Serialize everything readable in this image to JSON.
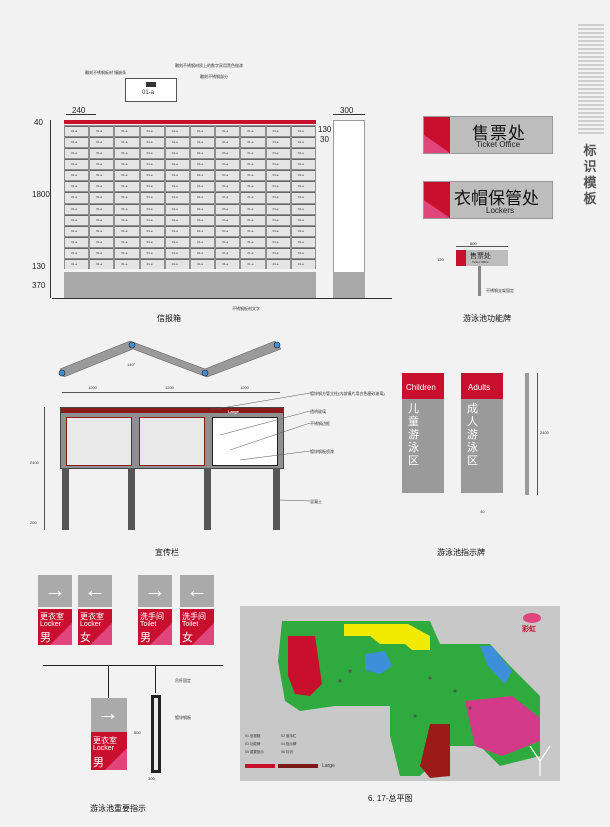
{
  "side_title": "标识模板",
  "mailbox": {
    "caption": "信报箱",
    "label_plate": "01-a",
    "notes": [
      "雕刻不锈钢板材  镶嵌条",
      "雕刻不锈钢材质上的数字采用黑色抛漆",
      "雕刻不锈钢部分"
    ],
    "base_note": "不锈钢板材文字",
    "dims": {
      "top": "40",
      "h": "1800",
      "d1": "130",
      "d2": "370",
      "w1": "240",
      "w2": "300",
      "r1": "130",
      "r2": "30"
    },
    "box_label": "01-a"
  },
  "ticket_sign": {
    "cn": "售票处",
    "en": "Ticket Office"
  },
  "locker_sign": {
    "cn": "衣帽保管处",
    "en": "Lockers"
  },
  "small_sign": {
    "cn": "售票处",
    "en": "Ticket Office",
    "w": "600",
    "h": "120",
    "note": "不锈钢支架固定"
  },
  "pool_func_caption": "游泳池功能牌",
  "bulletin": {
    "caption": "宣传栏",
    "angle": "140°",
    "w": [
      "1200",
      "1200",
      "1200"
    ],
    "h_total": "2400",
    "h_leg": "200",
    "notes": [
      "镀锌钢方管立柱(内部镶片用白色磨砂玻璃)",
      "透明玻璃",
      "不锈钢边框",
      "镀锌钢板喷漆",
      "混凝土"
    ],
    "brand": "Large"
  },
  "directional": {
    "caption": "游泳池指示牌",
    "children": {
      "en": "Children",
      "cn": "儿童游泳区"
    },
    "adults": {
      "en": "Adults",
      "cn": "成人游泳区"
    },
    "h": "2400",
    "w": "40"
  },
  "toilet_signs": [
    {
      "arrow": "→",
      "cn": "更衣室",
      "en": "Locker",
      "g": "男"
    },
    {
      "arrow": "←",
      "cn": "更衣室",
      "en": "Locker",
      "g": "女"
    },
    {
      "arrow": "→",
      "cn": "洗手间",
      "en": "Toilet",
      "g": "男"
    },
    {
      "arrow": "←",
      "cn": "洗手间",
      "en": "Toilet",
      "g": "女"
    }
  ],
  "hanging": {
    "caption": "游泳池重要指示",
    "arrow": "→",
    "cn": "更衣室",
    "en": "Locker",
    "g": "男",
    "notes": [
      "吊杆固定",
      "镀锌钢板"
    ],
    "dims": [
      "500",
      "300"
    ]
  },
  "siteplan": {
    "caption": "6. 17-总平图",
    "logo": "彩虹",
    "brand": "Large",
    "legend": [
      "01 信报箱",
      "02 宣传栏",
      "03 功能牌",
      "04 指示牌",
      "05 重要指示",
      "06 标识"
    ]
  },
  "colors": {
    "red": "#c8102e",
    "pink": "#e0457b",
    "grey": "#9a9a9a",
    "green": "#2eaa3f",
    "yellow": "#f2ea00",
    "blue": "#3d8fd9",
    "magenta": "#d43a8a",
    "darkred": "#9b1b1b",
    "site_bg": "#c8c8c8"
  }
}
